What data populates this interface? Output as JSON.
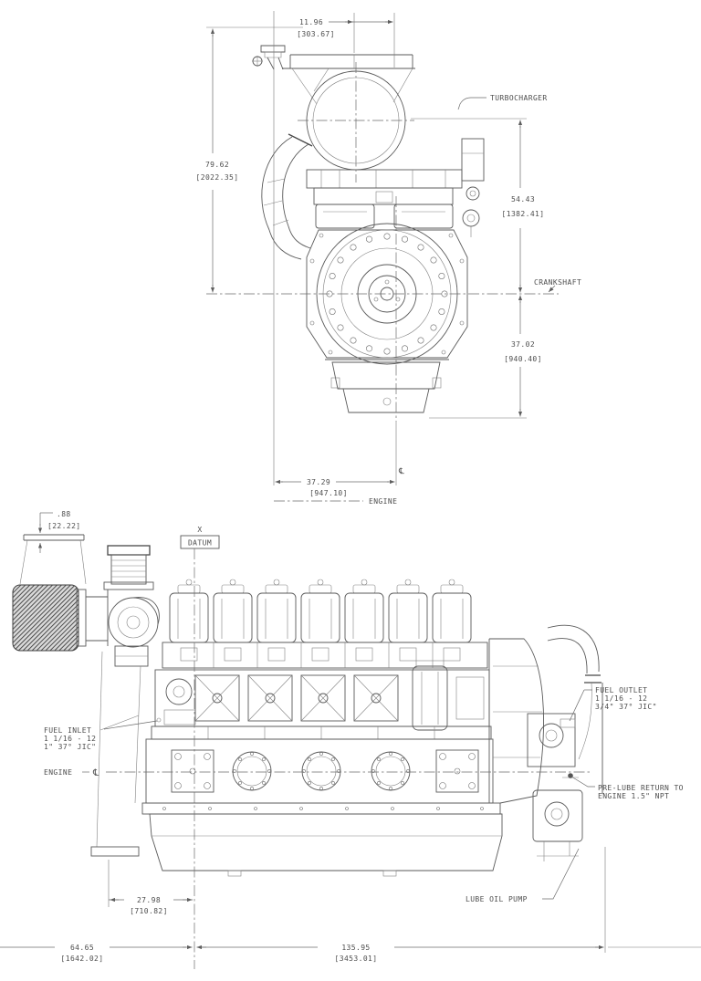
{
  "drawing": {
    "front": {
      "dim_top_in": "11.96",
      "dim_top_mm": "[303.67]",
      "dim_height_in": "79.62",
      "dim_height_mm": "[2022.35]",
      "dim_turbo_in": "54.43",
      "dim_turbo_mm": "[1382.41]",
      "dim_crank_in": "37.02",
      "dim_crank_mm": "[940.40]",
      "dim_width_in": "37.29",
      "dim_width_mm": "[947.10]",
      "turbocharger_label": "TURBOCHARGER",
      "crankshaft_label": "CRANKSHAFT",
      "engine_label": "ENGINE",
      "centerline_symbol": "℄"
    },
    "side": {
      "dim_gap_in": ".88",
      "dim_gap_mm": "[22.22]",
      "datum_x": "X",
      "datum_label": "DATUM",
      "fuel_inlet_1": "FUEL INLET",
      "fuel_inlet_2": "1 1/16 - 12",
      "fuel_inlet_3": "1\" 37° JIC\"",
      "engine_label": "ENGINE",
      "centerline_symbol": "℄",
      "fuel_outlet_1": "FUEL OUTLET",
      "fuel_outlet_2": "1 1/16 - 12",
      "fuel_outlet_3": "3/4\" 37° JIC\"",
      "prelube_1": "PRE-LUBE RETURN TO",
      "prelube_2": "ENGINE 1.5\" NPT",
      "lube_oil_pump_label": "LUBE OIL PUMP",
      "dim_mount_in": "27.98",
      "dim_mount_mm": "[710.82]",
      "dim_front_in": "64.65",
      "dim_front_mm": "[1642.02]",
      "dim_length_in": "135.95",
      "dim_length_mm": "[3453.01]"
    }
  }
}
